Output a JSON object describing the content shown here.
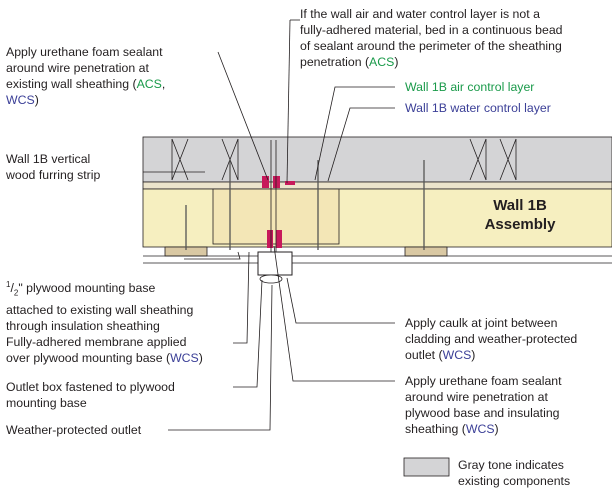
{
  "colors": {
    "existing_gray": "#d4d4d6",
    "insulation": "#f6efc0",
    "wood": "#d9c8a3",
    "membrane": "#c7195b",
    "acs": "#1a9a4a",
    "wcs": "#3b3f97",
    "line": "#231f20"
  },
  "labels": {
    "seal_existing": {
      "line1": "Apply urethane foam sealant",
      "line2": "around wire penetration at",
      "line3a": "existing wall sheathing (",
      "acs": "ACS",
      "line3b": ",",
      "wcs": "WCS",
      "line4b": ")"
    },
    "furring": {
      "line1": "Wall 1B vertical",
      "line2": "wood furring strip"
    },
    "plywood_base": {
      "frac_num": "1",
      "frac_den": "2",
      "line1_rest": "\" plywood mounting base",
      "line2": "attached to existing wall sheathing",
      "line3": "through insulation sheathing"
    },
    "membrane_note": {
      "line1": "Fully-adhered membrane applied",
      "line2a": "over plywood mounting base (",
      "wcs": "WCS",
      "line2b": ")"
    },
    "outlet_box": {
      "line1": "Outlet box fastened to plywood",
      "line2": "mounting base"
    },
    "outlet": {
      "line1": "Weather-protected outlet"
    },
    "bead_note": {
      "line1": "If the wall air and water control layer is not a",
      "line2": "fully-adhered material, bed in a continuous bead",
      "line3": "of sealant around the perimeter of the sheathing",
      "line4a": "penetration (",
      "acs": "ACS",
      "line4b": ")"
    },
    "air_layer": "Wall 1B air control layer",
    "water_layer": "Wall 1B water control layer",
    "assembly": {
      "line1": "Wall 1B",
      "line2": "Assembly"
    },
    "caulk_note": {
      "line1": "Apply caulk at joint between",
      "line2": "cladding and weather-protected",
      "line3a": "outlet (",
      "wcs": "WCS",
      "line3b": ")"
    },
    "seal_plywood": {
      "line1": "Apply urethane foam sealant",
      "line2": "around wire penetration at",
      "line3": "plywood base and insulating",
      "line4a": "sheathing (",
      "wcs": "WCS",
      "line4b": ")"
    },
    "legend": {
      "line1": "Gray tone indicates",
      "line2": "existing components"
    }
  }
}
